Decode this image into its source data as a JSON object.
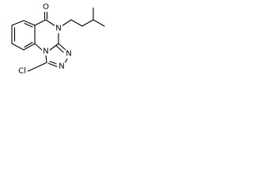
{
  "structure": {
    "atoms": {
      "oxygen": "O",
      "n_quinazoline": "N",
      "n_triazole_bridge": "N",
      "n_triazole_a": "N",
      "n_triazole_b": "N",
      "chlorine": "Cl"
    }
  }
}
